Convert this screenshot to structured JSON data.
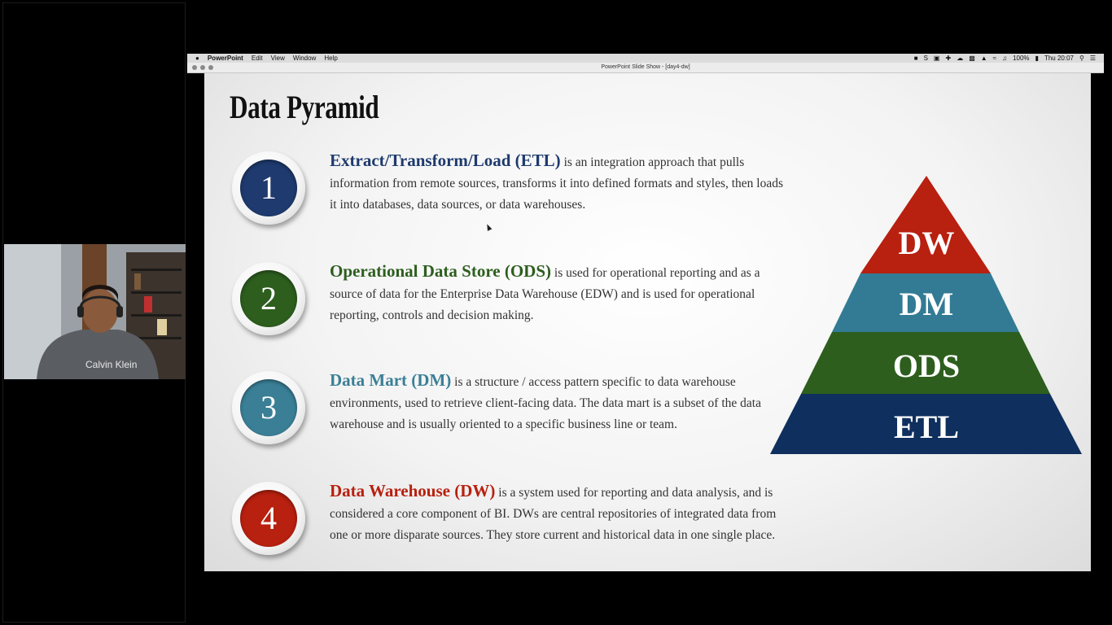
{
  "menubar": {
    "apple": "",
    "app": "PowerPoint",
    "items": [
      "Edit",
      "View",
      "Window",
      "Help"
    ],
    "battery": "100%",
    "clock": "Thu 20:07"
  },
  "window": {
    "title": "PowerPoint Slide Show - [day4-dw]"
  },
  "webcam": {
    "shirt_text": "Calvin Klein"
  },
  "slide": {
    "title": "Data Pyramid",
    "items": [
      {
        "number": "1",
        "term": "Extract/Transform/Load (ETL)",
        "text": " is an integration approach that pulls information from remote sources, transforms it into defined formats and styles, then loads it into databases, data sources, or data warehouses.",
        "color": "#1e3a6e"
      },
      {
        "number": "2",
        "term": "Operational Data Store (ODS)",
        "text": " is used for operational reporting and as a source of data for the Enterprise Data Warehouse (EDW) and is used for operational reporting, controls and decision making.",
        "color": "#2d5e1e"
      },
      {
        "number": "3",
        "term": "Data Mart (DM)",
        "text": " is a structure / access pattern specific to data warehouse environments, used to retrieve client-facing data. The data mart is a subset of the data warehouse and is usually oriented to a specific business line or team.",
        "color": "#3a7f96"
      },
      {
        "number": "4",
        "term": "Data Warehouse (DW)",
        "text": " is a system used for reporting and data analysis, and is considered a core component of BI. DWs are central repositories of integrated data from one or more disparate sources. They store current and historical data in one single place.",
        "color": "#b8200f"
      }
    ],
    "pyramid": {
      "levels": [
        {
          "label": "DW",
          "color": "#b8200f"
        },
        {
          "label": "DM",
          "color": "#337b94"
        },
        {
          "label": "ODS",
          "color": "#2d5e1e"
        },
        {
          "label": "ETL",
          "color": "#0f2f5e"
        }
      ]
    }
  }
}
